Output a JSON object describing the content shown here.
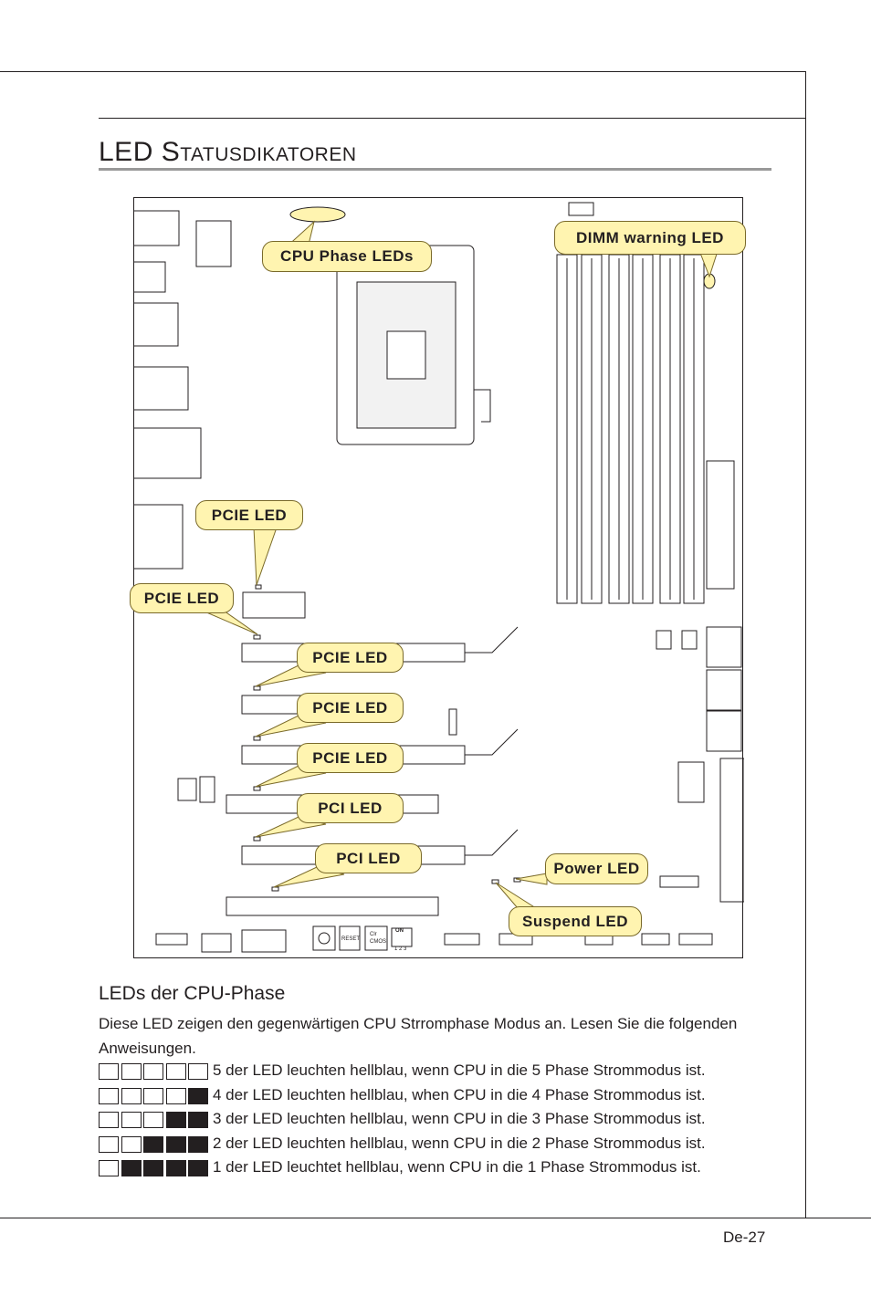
{
  "header": {
    "title_big1": "LED",
    "title_small1": "",
    "title_big2": " S",
    "title_small2": "TATUSDIKATOREN"
  },
  "diagram": {
    "callouts": {
      "cpu_phase": "CPU Phase LEDs",
      "dimm_warning": "DIMM warning LED",
      "pcie1": "PCIE LED",
      "pcie2": "PCIE LED",
      "pcie3": "PCIE LED",
      "pcie4": "PCIE LED",
      "pcie5": "PCIE LED",
      "pci1": "PCI LED",
      "pci2": "PCI LED",
      "power": "Power LED",
      "suspend": "Suspend LED"
    },
    "button_labels": {
      "reset": "RESET",
      "clr_cmos_1": "Clr",
      "clr_cmos_2": "CMOS",
      "dip_on": "ON",
      "dip_numbers": "1 2 3"
    },
    "callout_fill": "#fff4b0"
  },
  "section": {
    "heading": "LEDs der CPU-Phase",
    "intro": "Diese LED zeigen den gegenwärtigen CPU Strromphase Modus an. Lesen Sie die folgenden Anweisungen.",
    "rows": [
      {
        "lit": 0,
        "text": "5 der LED leuchten hellblau, wenn CPU in die 5 Phase Strommodus ist."
      },
      {
        "lit": 1,
        "text": "4 der LED leuchten hellblau, when CPU in die 4 Phase Strommodus ist."
      },
      {
        "lit": 2,
        "text": "3 der LED leuchten hellblau, wenn CPU in die 3 Phase Strommodus ist."
      },
      {
        "lit": 3,
        "text": "2 der LED leuchten hellblau, wenn CPU in die 2 Phase Strommodus ist."
      },
      {
        "lit": 4,
        "text": "1 der LED leuchtet hellblau, wenn CPU in die 1 Phase Strommodus ist."
      }
    ]
  },
  "footer": {
    "page_number": "De-27"
  }
}
